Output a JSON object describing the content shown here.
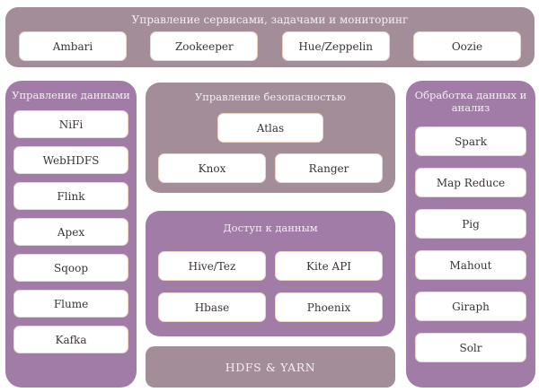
{
  "colors": {
    "mauve_panel": "#a38d98",
    "purple_panel": "#a07ca7",
    "box_background": "#ffffff",
    "box_border": "#eed6c8",
    "box_text": "#3a3339",
    "panel_title_text": "#f4eef3"
  },
  "services_bar": {
    "title": "Управление сервисами, задачами и мониторинг",
    "items": [
      "Ambari",
      "Zookeeper",
      "Hue/Zeppelin",
      "Oozie"
    ]
  },
  "data_management": {
    "title": "Управление данными",
    "items": [
      "NiFi",
      "WebHDFS",
      "Flink",
      "Apex",
      "Sqoop",
      "Flume",
      "Kafka"
    ]
  },
  "security": {
    "title": "Управление безопасностью",
    "top_item": "Atlas",
    "items": [
      "Knox",
      "Ranger"
    ]
  },
  "data_access": {
    "title": "Доступ к данным",
    "rows": [
      [
        "Hive/Tez",
        "Kite API"
      ],
      [
        "Hbase",
        "Phoenix"
      ]
    ]
  },
  "storage_bar": {
    "label": "HDFS & YARN"
  },
  "processing": {
    "title": "Обработка данных и анализ",
    "items": [
      "Spark",
      "Map Reduce",
      "Pig",
      "Mahout",
      "Giraph",
      "Solr"
    ]
  }
}
